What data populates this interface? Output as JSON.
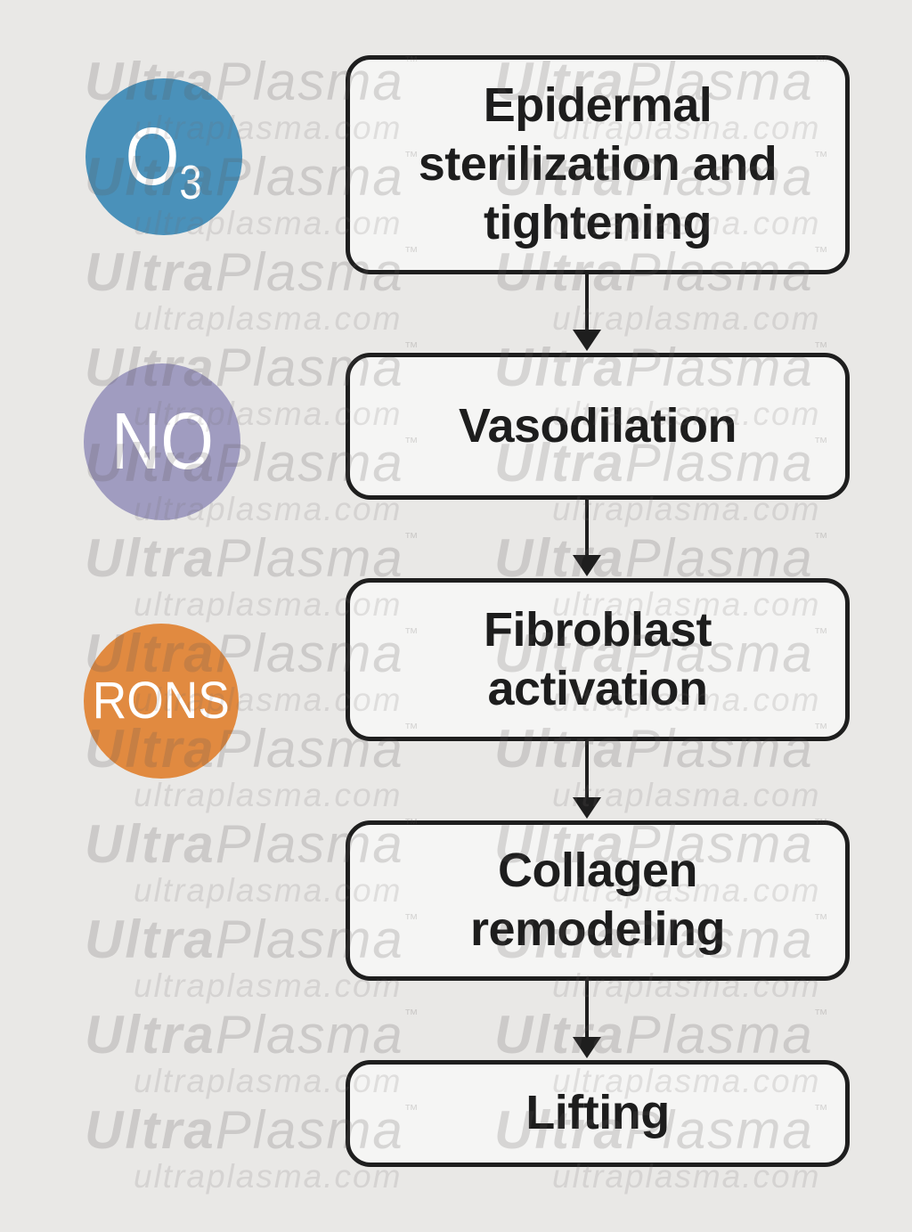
{
  "colors": {
    "background": "#e9e8e6",
    "box_fill": "#f5f5f4",
    "line": "#1e1e1e",
    "box_text": "#1d1d1d",
    "circle_text": "#ffffff",
    "watermark_brand": "rgba(88,86,83,0.20)",
    "watermark_site": "rgba(110,107,104,0.16)"
  },
  "watermark": {
    "brand_bold": "Ultra",
    "brand_light": "Plasma",
    "trademark": "™",
    "site": "ultraplasma.com"
  },
  "circles": [
    {
      "label_main": "O",
      "label_sub": "3",
      "color": "#4a91ba"
    },
    {
      "label_main": "NO",
      "label_sub": "",
      "color": "#a09cc0"
    },
    {
      "label_main": "RONS",
      "label_sub": "",
      "color": "#e18a40"
    }
  ],
  "boxes": [
    {
      "label": "Epidermal\nsterilization and\ntightening"
    },
    {
      "label": "Vasodilation"
    },
    {
      "label": "Fibroblast\nactivation"
    },
    {
      "label": "Collagen\nremodeling"
    },
    {
      "label": "Lifting"
    }
  ]
}
